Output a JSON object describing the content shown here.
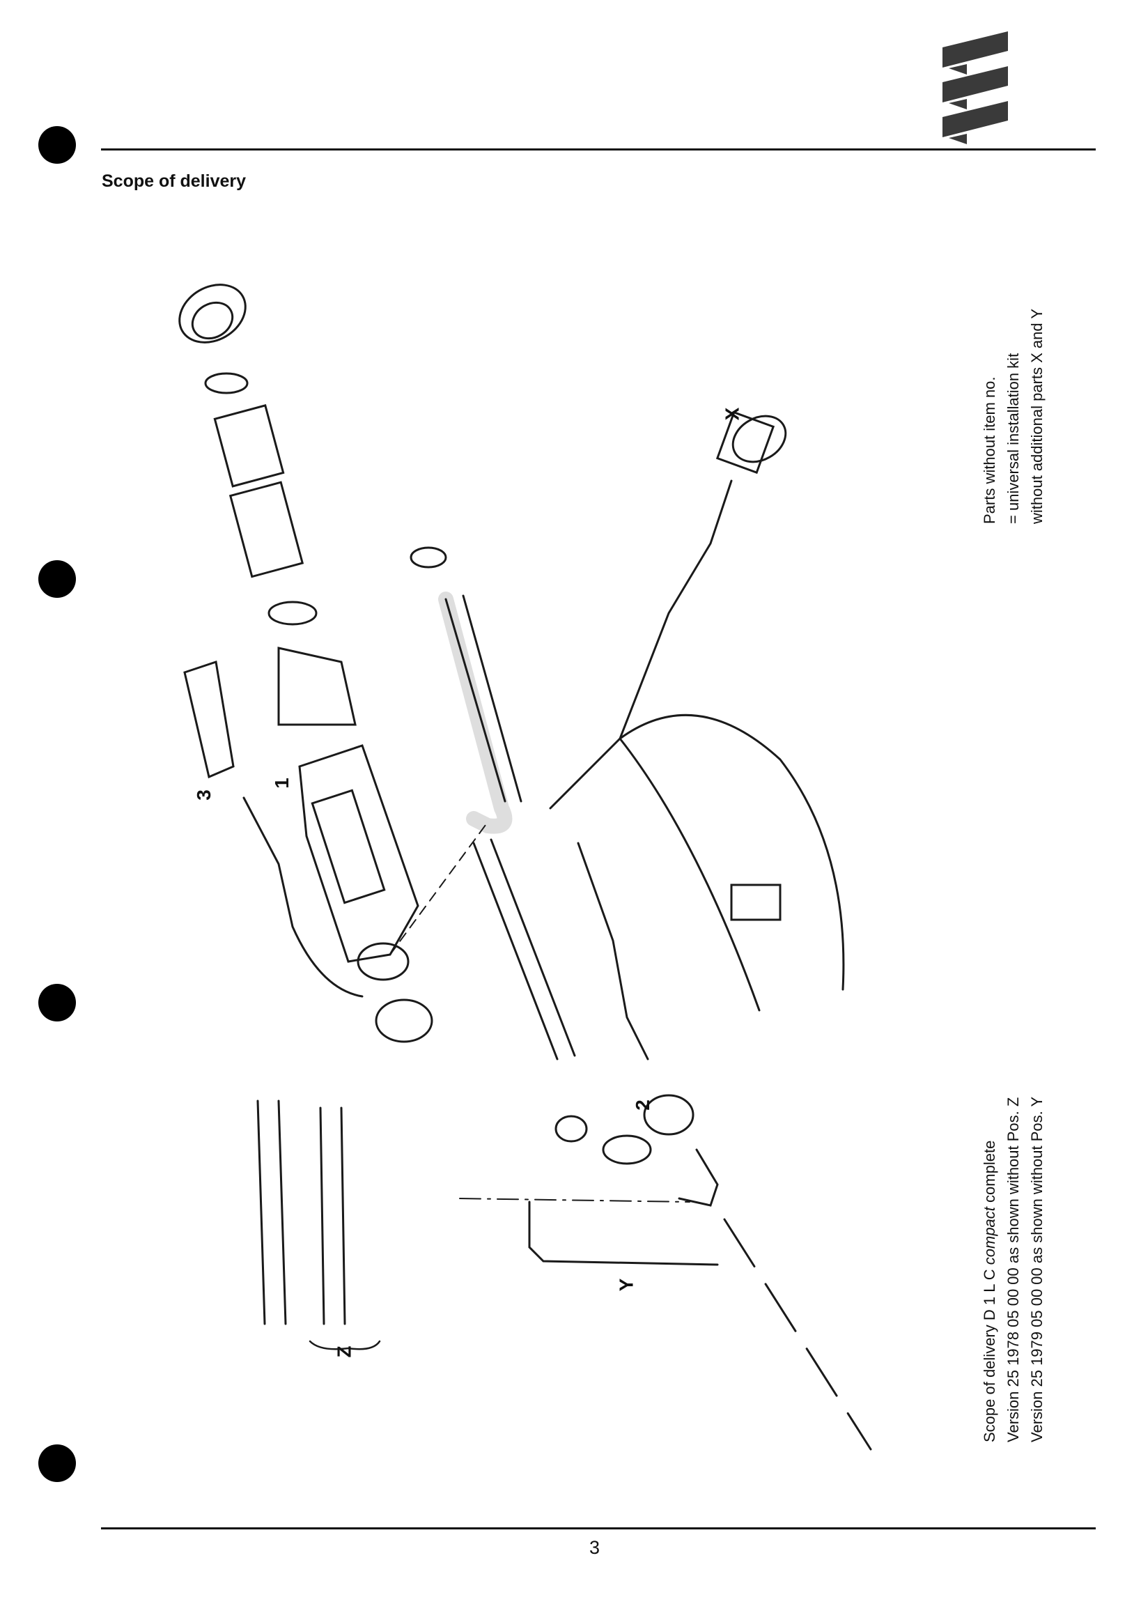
{
  "header": {
    "title": "Scope of delivery",
    "logo_name": "Eberspächer logo"
  },
  "notes": {
    "parts_note": [
      "Parts without item no.",
      "= universal installation kit",
      "without additional parts X and Y"
    ],
    "scope_note": {
      "line1_prefix": "Scope of delivery D 1 L C ",
      "line1_italic": "compact",
      "line1_suffix": " complete",
      "line2": "Version 25 1978 05 00 00 as shown without Pos. Z",
      "line3": "Version 25 1979 05 00 00 as shown without Pos. Y"
    }
  },
  "labels": {
    "x": "X",
    "item1": "1",
    "item2": "2",
    "item3": "3",
    "y": "Y",
    "z": "Z"
  },
  "footer": {
    "page_number": "3"
  },
  "colors": {
    "ink": "#111111",
    "logo": "#3a3a3a"
  }
}
